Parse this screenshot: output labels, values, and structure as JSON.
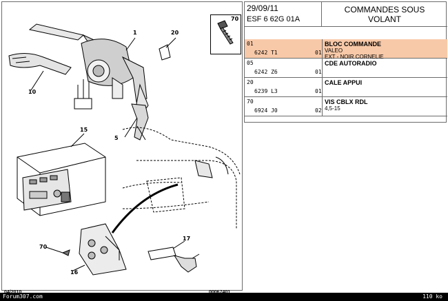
{
  "toolbar": {
    "zoom_in_icon": "zoom-in-icon",
    "zoom_out_icon": "zoom-out-icon",
    "zoom_fit_icon": "zoom-fit-icon"
  },
  "drawing": {
    "callouts": {
      "c1": "1",
      "c20": "20",
      "c10": "10",
      "c5": "5",
      "c15": "15",
      "c70a": "70",
      "c16": "16",
      "c17": "17"
    },
    "inset_label": "70",
    "footer_left": "04/2010",
    "footer_right": "00067401"
  },
  "panel": {
    "date": "29/09/11",
    "code": "ESF 6 62G 01A",
    "title_line1": "COMMANDES SOUS",
    "title_line2": "VOLANT",
    "rows": [
      {
        "item": "01",
        "ref": "6242 T1",
        "qty": "01",
        "desc": "BLOC COMMANDE",
        "sub1": "VALEO",
        "sub2": "EXT - NOIR CORNELIE",
        "highlight": true
      },
      {
        "item": "05",
        "ref": "6242 Z6",
        "qty": "01",
        "desc": "CDE AUTORADIO",
        "sub1": "",
        "sub2": "",
        "highlight": false
      },
      {
        "item": "20",
        "ref": "6239 L3",
        "qty": "01",
        "desc": "CALE APPUI",
        "sub1": "",
        "sub2": "",
        "highlight": false
      },
      {
        "item": "70",
        "ref": "6924 J0",
        "qty": "02",
        "desc": "VIS CBLX RDL",
        "sub1": "4,5-15",
        "sub2": "",
        "highlight": false
      }
    ]
  },
  "status": {
    "site": "Forum307.com",
    "size": "110 ko"
  },
  "colors": {
    "highlight": "#f8c9a8",
    "border": "#6a6a6a",
    "statusbar": "#000000"
  }
}
